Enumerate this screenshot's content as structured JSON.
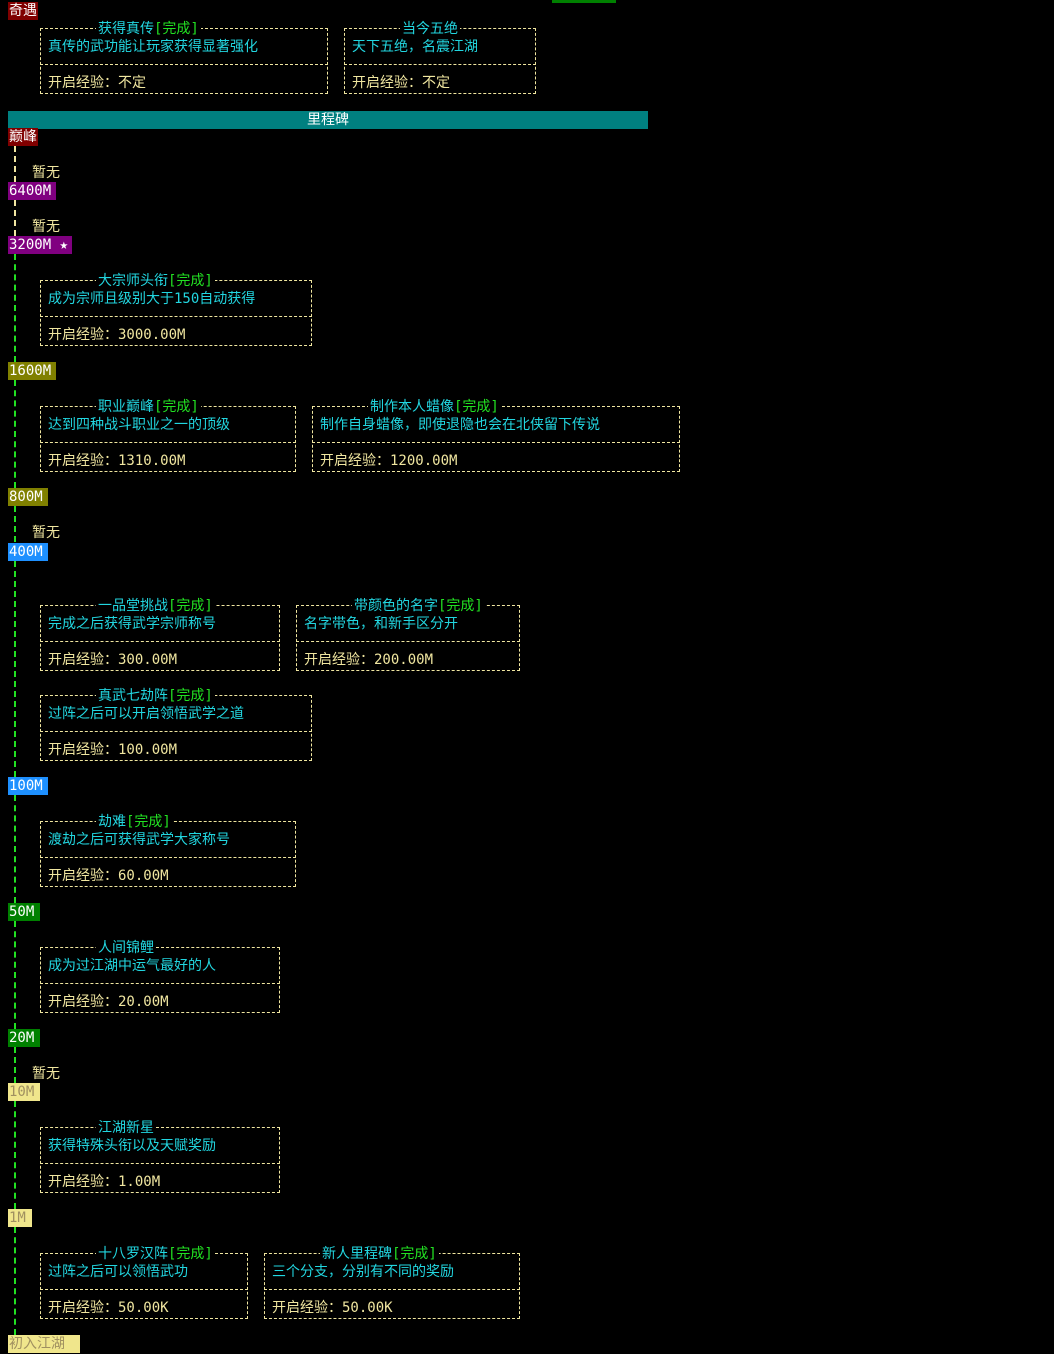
{
  "top_section": {
    "label": "奇遇",
    "label_bg": "#800000",
    "cards": [
      {
        "title": "获得真传",
        "status": "[完成]",
        "desc": "真传的武功能让玩家获得显著强化",
        "exp_label": "开启经验：",
        "exp_value": "不定"
      },
      {
        "title": "当今五绝",
        "status": "",
        "desc": "天下五绝，名震江湖",
        "exp_label": "开启经验：",
        "exp_value": "不定"
      }
    ]
  },
  "banner": {
    "title": "里程碑",
    "bg": "#008080"
  },
  "empty_text": "暂无",
  "tiers": [
    {
      "label": "巅峰",
      "bg": "#800000",
      "fg": "#ffffff"
    },
    {
      "label": "6400M",
      "bg": "#800080",
      "fg": "#ffffff"
    },
    {
      "label": "3200M",
      "bg": "#800080",
      "fg": "#ffffff",
      "star": "★"
    },
    {
      "label": "1600M",
      "bg": "#808000",
      "fg": "#ffffff"
    },
    {
      "label": "800M",
      "bg": "#808000",
      "fg": "#ffffff"
    },
    {
      "label": "400M",
      "bg": "#1e90ff",
      "fg": "#ffffff"
    },
    {
      "label": "100M",
      "bg": "#1e90ff",
      "fg": "#ffffff"
    },
    {
      "label": "50M",
      "bg": "#008000",
      "fg": "#ffffff"
    },
    {
      "label": "20M",
      "bg": "#008000",
      "fg": "#ffffff"
    },
    {
      "label": "10M",
      "bg": "#f0e68c",
      "fg": "#a09060"
    },
    {
      "label": "1M",
      "bg": "#f0e68c",
      "fg": "#a09060"
    },
    {
      "label": "初入江湖",
      "bg": "#f0e68c",
      "fg": "#a09060"
    }
  ],
  "milestones": [
    {
      "title": "大宗师头衔",
      "status": "[完成]",
      "desc": "成为宗师且级别大于150自动获得",
      "exp_label": "开启经验：",
      "exp_value": "3000.00M"
    },
    {
      "title": "职业巅峰",
      "status": "[完成]",
      "desc": "达到四种战斗职业之一的顶级",
      "exp_label": "开启经验：",
      "exp_value": "1310.00M"
    },
    {
      "title": "制作本人蜡像",
      "status": "[完成]",
      "desc": "制作自身蜡像，即使退隐也会在北侠留下传说",
      "exp_label": "开启经验：",
      "exp_value": "1200.00M"
    },
    {
      "title": "一品堂挑战",
      "status": "[完成]",
      "desc": "完成之后获得武学宗师称号",
      "exp_label": "开启经验：",
      "exp_value": "300.00M"
    },
    {
      "title": "带颜色的名字",
      "status": "[完成]",
      "desc": "名字带色，和新手区分开",
      "exp_label": "开启经验：",
      "exp_value": "200.00M"
    },
    {
      "title": "真武七劫阵",
      "status": "[完成]",
      "desc": "过阵之后可以开启领悟武学之道",
      "exp_label": "开启经验：",
      "exp_value": "100.00M"
    },
    {
      "title": "劫难",
      "status": "[完成]",
      "desc": "渡劫之后可获得武学大家称号",
      "exp_label": "开启经验：",
      "exp_value": "60.00M"
    },
    {
      "title": "人间锦鲤",
      "status": "",
      "desc": "成为过江湖中运气最好的人",
      "exp_label": "开启经验：",
      "exp_value": "20.00M"
    },
    {
      "title": "江湖新星",
      "status": "",
      "desc": "获得特殊头衔以及天赋奖励",
      "exp_label": "开启经验：",
      "exp_value": "1.00M"
    },
    {
      "title": "十八罗汉阵",
      "status": "[完成]",
      "desc": "过阵之后可以领悟武功",
      "exp_label": "开启经验：",
      "exp_value": "50.00K"
    },
    {
      "title": "新人里程碑",
      "status": "[完成]",
      "desc": "三个分支，分别有不同的奖励",
      "exp_label": "开启经验：",
      "exp_value": "50.00K"
    }
  ],
  "colors": {
    "border": "#f0e6a0",
    "title": "#22d6e0",
    "done": "#22e022",
    "line_reached": "#22e022",
    "line_unreached": "#f0e6a0"
  }
}
